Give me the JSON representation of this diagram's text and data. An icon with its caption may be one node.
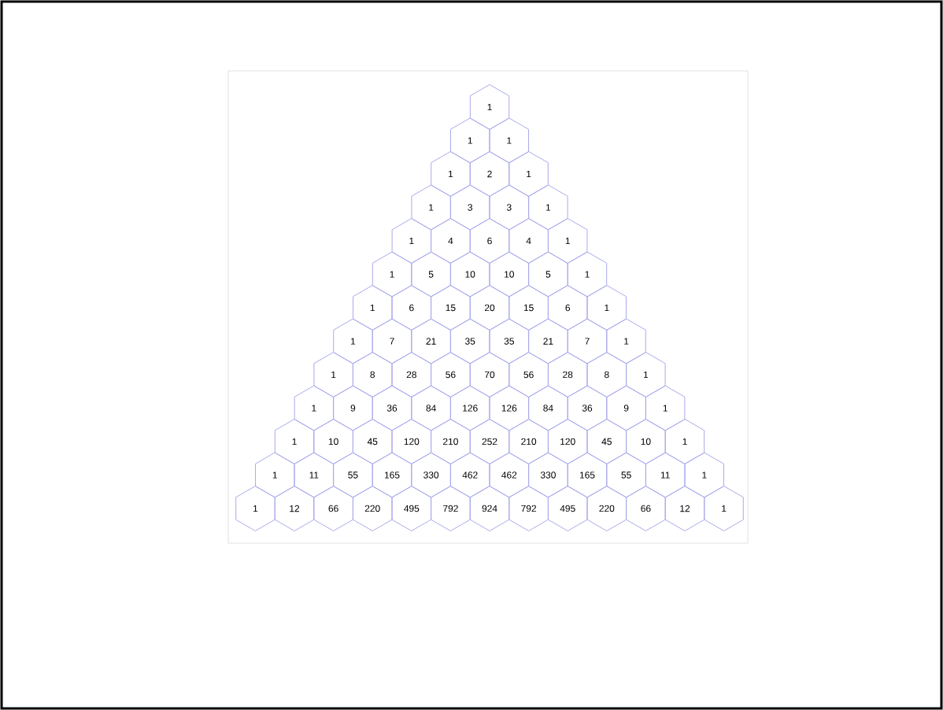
{
  "diagram": {
    "nodes": [
      {
        "text": [
          "1"
        ]
      },
      {
        "text": [
          "1"
        ]
      },
      {
        "text": [
          "1"
        ]
      },
      {
        "text": [
          "1"
        ]
      },
      {
        "text": [
          "2"
        ]
      },
      {
        "text": [
          "1"
        ]
      },
      {
        "text": [
          "1"
        ]
      },
      {
        "text": [
          "3"
        ]
      },
      {
        "text": [
          "3"
        ]
      },
      {
        "text": [
          "1"
        ]
      },
      {
        "text": [
          "1"
        ]
      },
      {
        "text": [
          "4"
        ]
      },
      {
        "text": [
          "6"
        ]
      },
      {
        "text": [
          "4"
        ]
      },
      {
        "text": [
          "1"
        ]
      },
      {
        "text": [
          "1"
        ]
      },
      {
        "text": [
          "5"
        ]
      },
      {
        "text": [
          "10"
        ]
      },
      {
        "text": [
          "10"
        ]
      },
      {
        "text": [
          "5"
        ]
      },
      {
        "text": [
          "1"
        ]
      },
      {
        "text": [
          "1"
        ]
      },
      {
        "text": [
          "6"
        ]
      },
      {
        "text": [
          "15"
        ]
      },
      {
        "text": [
          "20"
        ]
      },
      {
        "text": [
          "15"
        ]
      },
      {
        "text": [
          "6"
        ]
      },
      {
        "text": [
          "1"
        ]
      },
      {
        "text": [
          "1"
        ]
      },
      {
        "text": [
          "7"
        ]
      },
      {
        "text": [
          "21"
        ]
      },
      {
        "text": [
          "35"
        ]
      },
      {
        "text": [
          "35"
        ]
      },
      {
        "text": [
          "21"
        ]
      },
      {
        "text": [
          "7"
        ]
      },
      {
        "text": [
          "1"
        ]
      },
      {
        "text": [
          "1"
        ]
      },
      {
        "text": [
          "8"
        ]
      },
      {
        "text": [
          "28"
        ]
      },
      {
        "text": [
          "56"
        ]
      },
      {
        "text": [
          "70"
        ]
      },
      {
        "text": [
          "56"
        ]
      },
      {
        "text": [
          "28"
        ]
      },
      {
        "text": [
          "8"
        ]
      },
      {
        "text": [
          "1"
        ]
      },
      {
        "text": [
          "1"
        ]
      },
      {
        "text": [
          "9"
        ]
      },
      {
        "text": [
          "36"
        ]
      },
      {
        "text": [
          "84"
        ]
      },
      {
        "text": [
          "126"
        ]
      },
      {
        "text": [
          "126"
        ]
      },
      {
        "text": [
          "84"
        ]
      },
      {
        "text": [
          "36"
        ]
      },
      {
        "text": [
          "9"
        ]
      },
      {
        "text": [
          "1"
        ]
      },
      {
        "text": [
          "1"
        ]
      },
      {
        "text": [
          "10"
        ]
      },
      {
        "text": [
          "45"
        ]
      },
      {
        "text": [
          "120"
        ]
      },
      {
        "text": [
          "210"
        ]
      },
      {
        "text": [
          "252"
        ]
      },
      {
        "text": [
          "210"
        ]
      },
      {
        "text": [
          "120"
        ]
      },
      {
        "text": [
          "45"
        ]
      },
      {
        "text": [
          "10"
        ]
      },
      {
        "text": [
          "1"
        ]
      },
      {
        "text": [
          "1"
        ]
      },
      {
        "text": [
          "11"
        ]
      },
      {
        "text": [
          "55"
        ]
      },
      {
        "text": [
          "165"
        ]
      },
      {
        "text": [
          "330"
        ]
      },
      {
        "text": [
          "462"
        ]
      },
      {
        "text": [
          "462"
        ]
      },
      {
        "text": [
          "330"
        ]
      },
      {
        "text": [
          "165"
        ]
      },
      {
        "text": [
          "55"
        ]
      },
      {
        "text": [
          "11"
        ]
      },
      {
        "text": [
          "1"
        ]
      },
      {
        "text": [
          "1"
        ]
      },
      {
        "text": [
          "12"
        ]
      },
      {
        "text": [
          "66"
        ]
      },
      {
        "text": [
          "220"
        ]
      },
      {
        "text": [
          "495"
        ]
      },
      {
        "text": [
          "792"
        ]
      },
      {
        "text": [
          "924"
        ]
      },
      {
        "text": [
          "792"
        ]
      },
      {
        "text": [
          "495"
        ]
      },
      {
        "text": [
          "220"
        ]
      },
      {
        "text": [
          "66"
        ]
      },
      {
        "text": [
          "12"
        ]
      },
      {
        "text": [
          "1"
        ]
      }
    ]
  }
}
